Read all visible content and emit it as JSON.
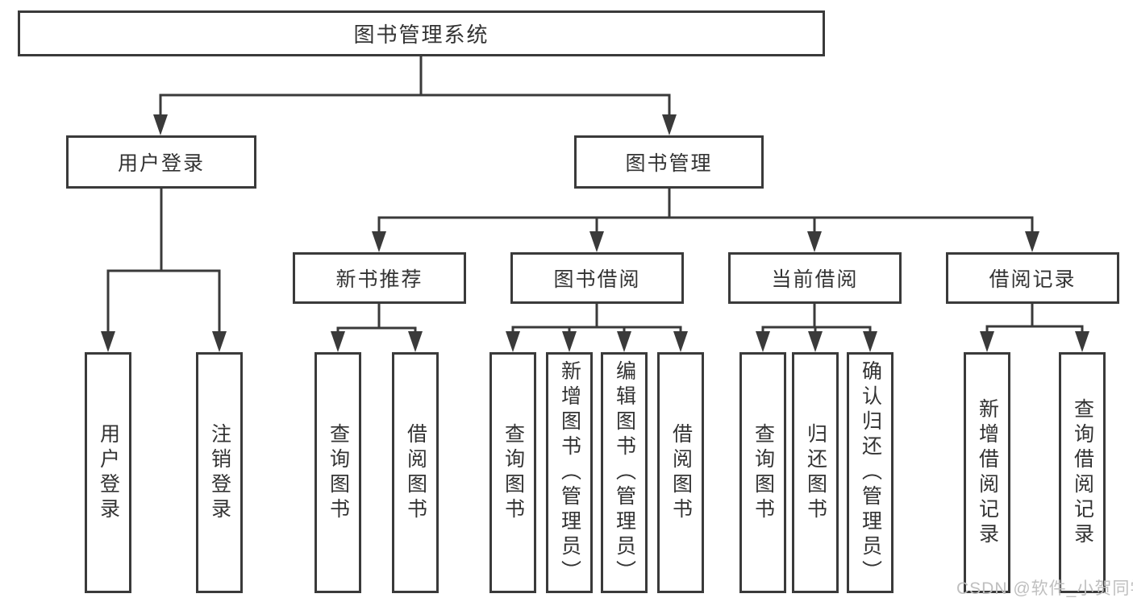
{
  "title": {
    "label": "图书管理系统"
  },
  "branches": [
    {
      "label": "用户登录",
      "children": [
        {
          "label": "用户登录"
        },
        {
          "label": "注销登录"
        }
      ]
    },
    {
      "label": "图书管理",
      "children": [
        {
          "label": "新书推荐",
          "children": [
            {
              "label": "查询图书"
            },
            {
              "label": "借阅图书"
            }
          ]
        },
        {
          "label": "图书借阅",
          "children": [
            {
              "label": "查询图书"
            },
            {
              "label": "新增图书（管理员）"
            },
            {
              "label": "编辑图书（管理员）"
            },
            {
              "label": "借阅图书"
            }
          ]
        },
        {
          "label": "当前借阅",
          "children": [
            {
              "label": "查询图书"
            },
            {
              "label": "归还图书"
            },
            {
              "label": "确认归还（管理员）"
            }
          ]
        },
        {
          "label": "借阅记录",
          "children": [
            {
              "label": "新增借阅记录"
            },
            {
              "label": "查询借阅记录"
            }
          ]
        }
      ]
    }
  ],
  "watermark": {
    "text": "CSDN @软件_小贺同学"
  },
  "colors": {
    "line": "#3a3a3a",
    "text": "#333333",
    "watermark": "#bfbfbf",
    "background": "#ffffff"
  }
}
